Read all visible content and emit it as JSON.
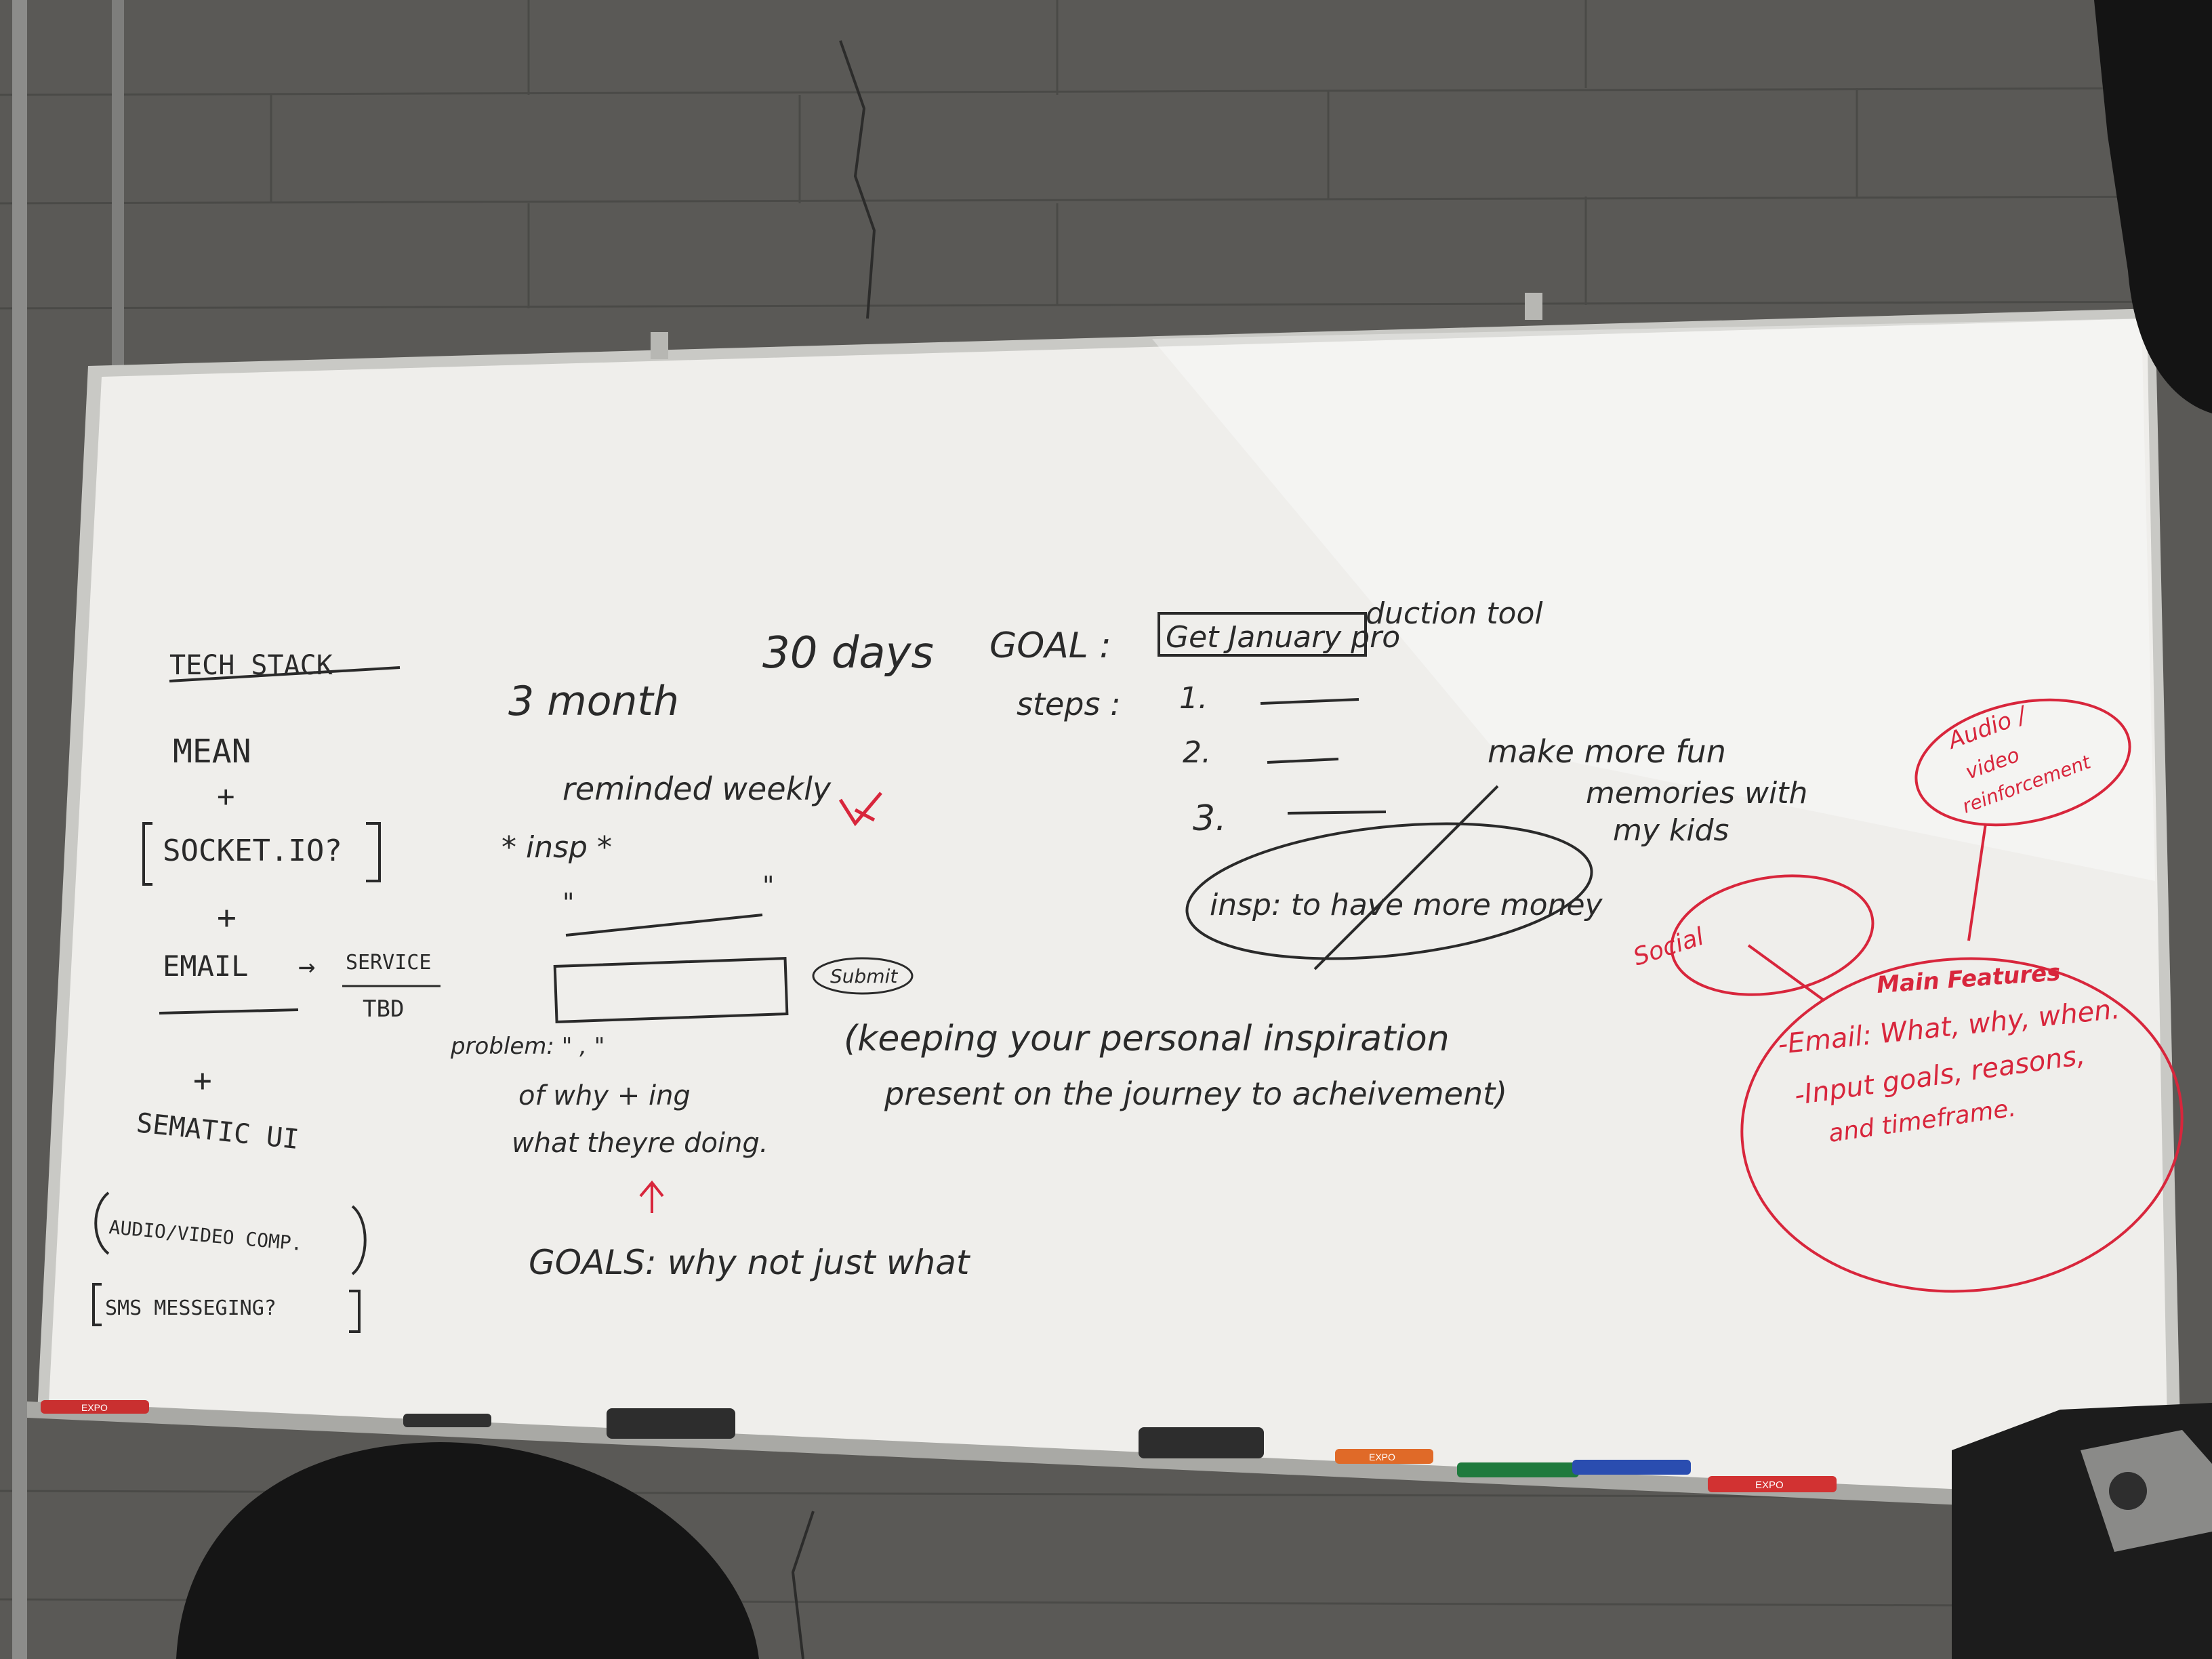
{
  "scene": {
    "wall_color": "#5a5956",
    "board_color": "#efeeeb",
    "ink_black": "#2a2a2a",
    "ink_red": "#d8263c"
  },
  "tech_stack": {
    "title": "TECH STACK",
    "mean": "MEAN",
    "plus1": "+",
    "socket": "SOCKET.IO?",
    "plus2": "+",
    "email": "EMAIL",
    "service": "SERVICE",
    "tbd": "TBD",
    "plus3": "+",
    "semantic": "SEMATIC UI",
    "audio_video": "AUDIO/VIDEO COMP.",
    "sms": "SMS MESSEGING?"
  },
  "middle": {
    "three_month": "3 month",
    "thirty_days": "30 days",
    "reminded": "reminded weekly",
    "insp": "* insp *",
    "quote_open": "\"",
    "quote_close": "\"",
    "submit": "Submit",
    "problem": "problem: \"  ,  \"",
    "of_why": "of why +        ing",
    "what_doing": "what theyre doing.",
    "goals": "GOALS: why not just what",
    "keeping_1": "(keeping your personal inspiration",
    "keeping_2": "present on the journey to acheivement)"
  },
  "goal": {
    "label": "GOAL :",
    "get_january": "Get January pro",
    "production_tail": "duction tool",
    "steps": "steps :",
    "step1": "1.",
    "step2": "2.",
    "step3": "3.",
    "insp": "insp: to have more money",
    "make_more_1": "make more fun",
    "make_more_2": "memories with",
    "make_more_3": "my kids"
  },
  "mindmap": {
    "audio_1": "Audio /",
    "audio_2": "video",
    "audio_3": "reinforcement",
    "social": "Social",
    "main_title": "Main Features",
    "main_1": "-Email: What, why, when.",
    "main_2": "-Input goals, reasons,",
    "main_3": "and timeframe."
  },
  "marker_labels": {
    "expo1": "EXPO",
    "expo2": "EXPO",
    "expo3": "EXPO"
  }
}
